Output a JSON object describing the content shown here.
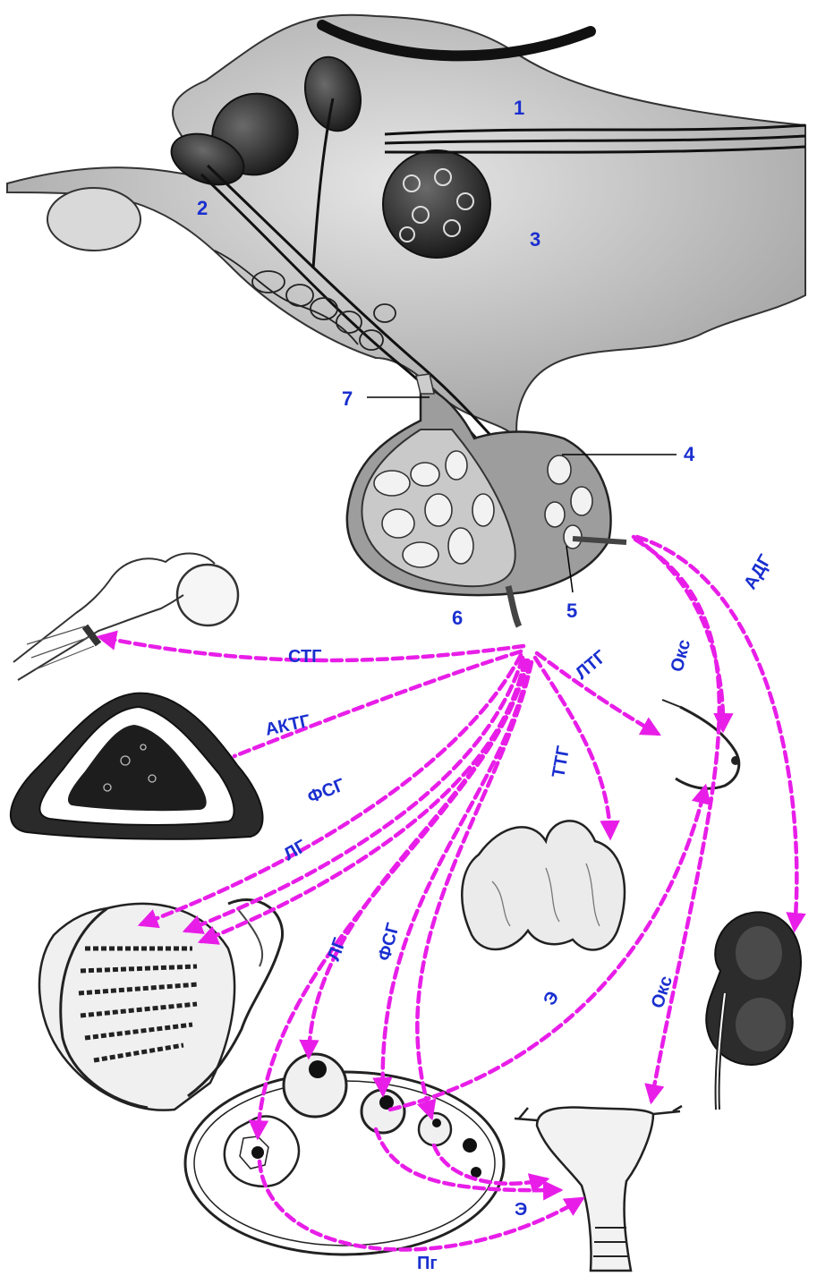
{
  "colors": {
    "hormone_arrow": "#e81ee8",
    "label": "#1a2fd0",
    "tissue_dark": "#2a2a2a",
    "tissue_light": "#bdbdbd"
  },
  "structure_numbers": [
    "1",
    "2",
    "3",
    "4",
    "5",
    "6",
    "7"
  ],
  "hormones": {
    "stg": "СТГ",
    "aktg": "АКТГ",
    "fsg_1": "ФСГ",
    "lg_1": "ЛГ",
    "ltg": "ЛТГ",
    "ttg": "ТТГ",
    "oks_1": "Окс",
    "adg": "АДГ",
    "lg_2": "ЛГ",
    "fsg_2": "ФСГ",
    "e_1": "Э",
    "oks_2": "Окс",
    "e_2": "Э",
    "pg": "Пг"
  },
  "icons": [
    "brain-section-icon",
    "pituitary-icon",
    "bone-icon",
    "adrenal-icon",
    "testis-icon",
    "breast-icon",
    "thyroid-icon",
    "kidney-icon",
    "ovary-icon",
    "uterus-icon"
  ]
}
